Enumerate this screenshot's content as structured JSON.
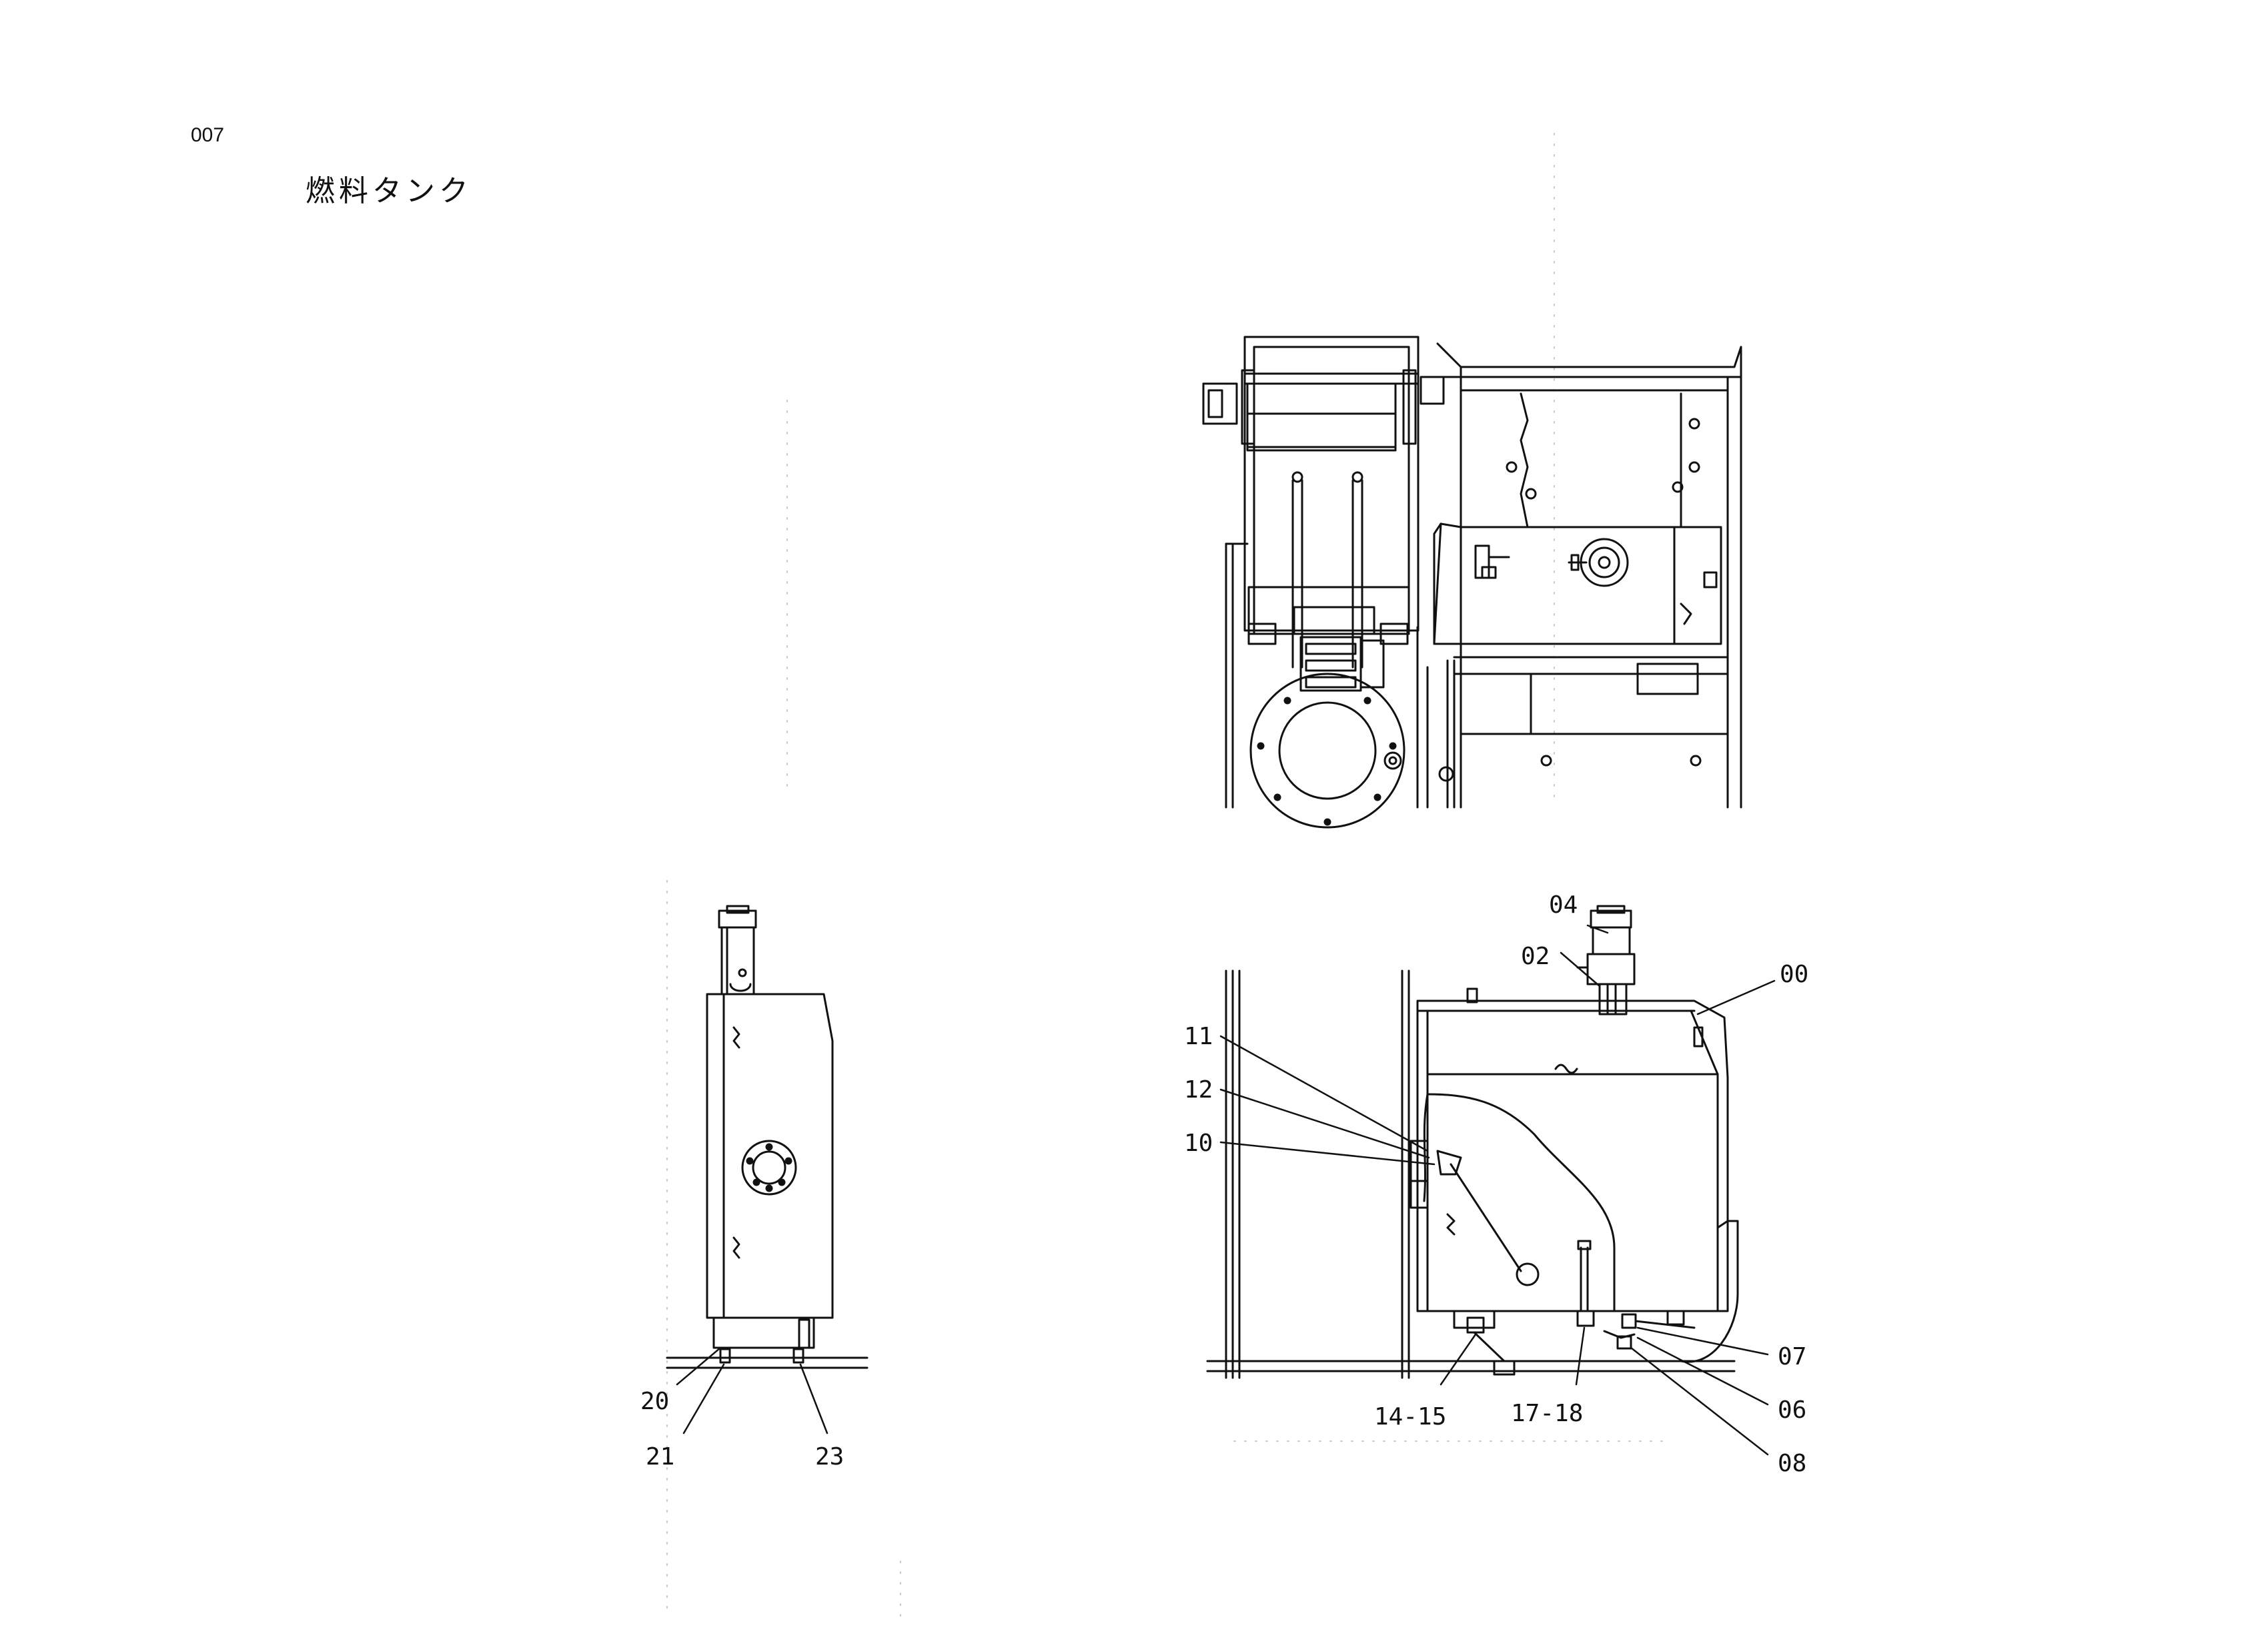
{
  "page": {
    "number": "007",
    "title": "燃料タンク"
  },
  "colors": {
    "line": "#111111",
    "background": "#ffffff",
    "faint": "#c8c8c8"
  },
  "callouts": {
    "c00": "00",
    "c02": "02",
    "c04": "04",
    "c06": "06",
    "c07": "07",
    "c08": "08",
    "c10": "10",
    "c11": "11",
    "c12": "12",
    "c14_15": "14-15",
    "c17_18": "17-18",
    "c20": "20",
    "c21": "21",
    "c23": "23"
  }
}
